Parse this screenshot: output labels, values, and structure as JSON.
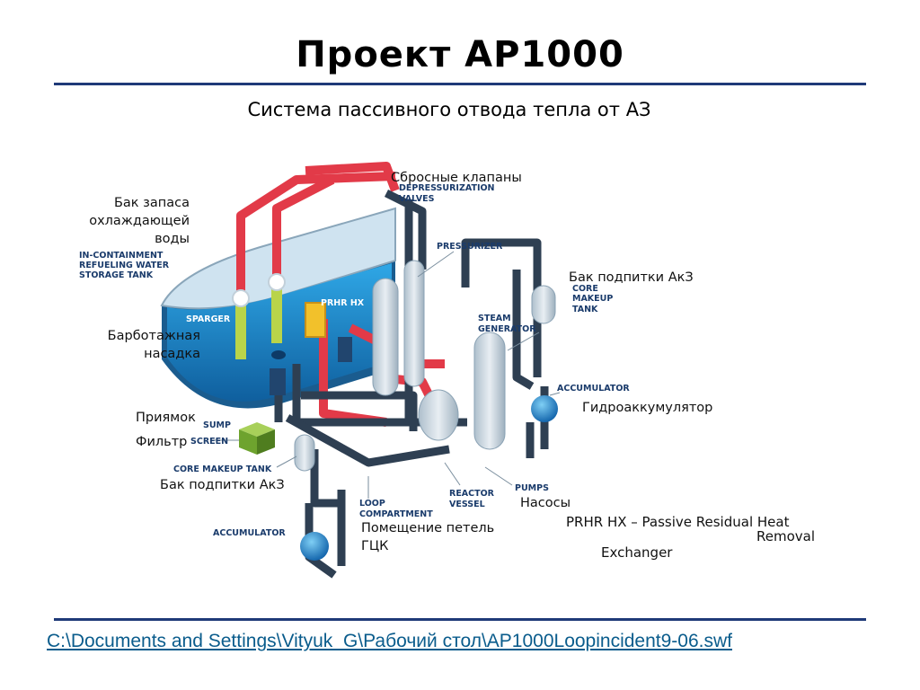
{
  "title": "Проект АР1000",
  "subtitle": "Система пассивного отвода тепла от АЗ",
  "labels_ru": {
    "relief_valves": "Сбросные клапаны",
    "tank_line1": "Бак запаса",
    "tank_line2": "охлаждающей",
    "tank_line3": "воды",
    "core_makeup_top": "Бак подпитки АкЗ",
    "sparger_line1": "Барботажная",
    "sparger_line2": "насадка",
    "hydro_accumulator": "Гидроаккумулятор",
    "sump": "Приямок",
    "filter": "Фильтр",
    "core_makeup_bottom": "Бак подпитки АкЗ",
    "pumps": "Насосы",
    "loop_room_line1": "Помещение петель",
    "loop_room_line2": "ГЦК"
  },
  "labels_en": {
    "depressurization_line1": "DEPRESSURIZATION",
    "depressurization_line2": "VALVES",
    "irwst_line1": "IN-CONTAINMENT",
    "irwst_line2": "REFUELING WATER",
    "irwst_line3": "STORAGE TANK",
    "pressurizer": "PRESSURIZER",
    "prhr_hx": "PRHR HX",
    "sparger": "SPARGER",
    "core_makeup_line1": "CORE",
    "core_makeup_line2": "MAKEUP",
    "core_makeup_line3": "TANK",
    "steam_gen_line1": "STEAM",
    "steam_gen_line2": "GENERATOR",
    "accumulator_right": "ACCUMULATOR",
    "sump": "SUMP",
    "screen": "SCREEN",
    "core_makeup_tank": "CORE MAKEUP TANK",
    "reactor_vessel_line1": "REACTOR",
    "reactor_vessel_line2": "VESSEL",
    "pumps": "PUMPS",
    "loop_line1": "LOOP",
    "loop_line2": "COMPARTMENT",
    "accumulator_left": "ACCUMULATOR"
  },
  "note": {
    "line1": "PRHR HX – Passive Residual Heat",
    "line2": "Removal",
    "line3": "Exchanger"
  },
  "link_text": "C:\\Documents and Settings\\Vityuk_G\\Рабочий стол\\АР1000Loopincident9-06.swf",
  "colors": {
    "rule": "#1f3a78",
    "pipe_dark": "#2e3f52",
    "pipe_red": "#e23a48",
    "tank_water": "#1e88c8",
    "link": "#0a5c8c"
  }
}
